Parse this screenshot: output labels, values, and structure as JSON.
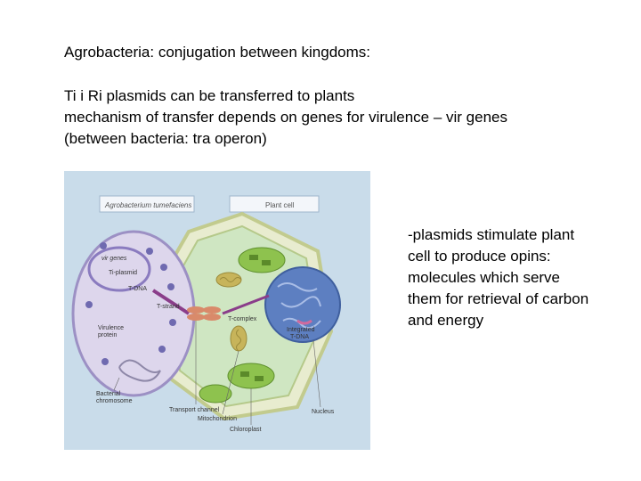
{
  "slide": {
    "title": "Agrobacteria: conjugation between kingdoms:",
    "body_lines": [
      "Ti i Ri plasmids can be transferred to plants",
      "mechanism of transfer depends on genes for virulence – vir genes",
      "(between bacteria: tra operon)"
    ],
    "side_lines": [
      "-plasmids stimulate plant",
      "cell to produce opins:",
      "molecules which serve",
      "them for retrieval of carbon",
      "and energy"
    ]
  },
  "figure": {
    "header_left": "Agrobacterium tumefaciens",
    "header_right": "Plant cell",
    "labels": {
      "vir_genes": "vir genes",
      "ti_plasmid": "Ti-plasmid",
      "t_dna": "T-DNA",
      "t_strand": "T-strand",
      "t_complex": "T-complex",
      "virulence_protein_1": "Virulence",
      "virulence_protein_2": "protein",
      "integrated_1": "Integrated",
      "integrated_2": "T-DNA",
      "bacterial_chromosome_1": "Bacterial",
      "bacterial_chromosome_2": "chromosome",
      "transport_channel": "Transport channel",
      "mitochondrion": "Mitochondrion",
      "chloroplast": "Chloroplast",
      "nucleus": "Nucleus"
    },
    "colors": {
      "background": "#c9dcea",
      "bacterium_fill": "#ddd6ec",
      "bacterium_edge": "#9c90c4",
      "plant_wall": "#e8eccf",
      "plant_wall_edge": "#c2cb8e",
      "cytoplasm": "#cfe6c2",
      "nucleus": "#5d7fc1",
      "chloroplast": "#8ec24e",
      "mitochondrion": "#9a8a3a",
      "t_strand": "#8a3d8a",
      "channel": "#d98a6a"
    }
  }
}
